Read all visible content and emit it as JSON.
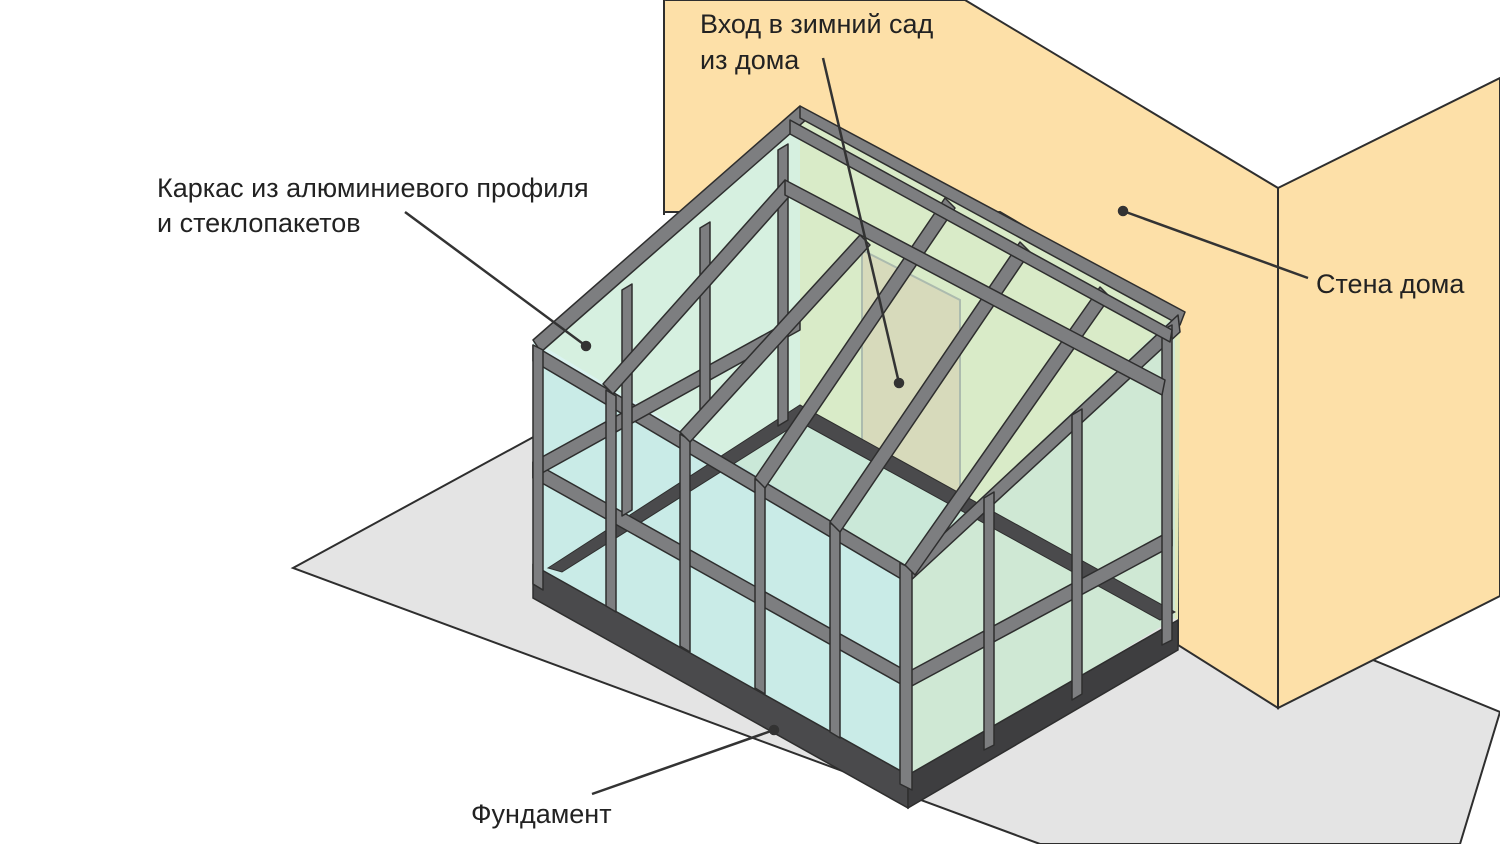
{
  "labels": {
    "entrance_line1": "Вход в зимний сад",
    "entrance_line2": "из дома",
    "frame_line1": "Каркас из алюминиевого профиля",
    "frame_line2": "и стеклопакетов",
    "wall": "Стена дома",
    "foundation": "Фундамент"
  },
  "colors": {
    "wall": "#fde0a8",
    "ground": "#e4e4e4",
    "glass": "#cfece8",
    "roof_glass": "#e1e9ba",
    "frame": "#7d7e80",
    "foundation": "#4a4a4c",
    "door": "#dcc39e",
    "leader": "#333333"
  }
}
